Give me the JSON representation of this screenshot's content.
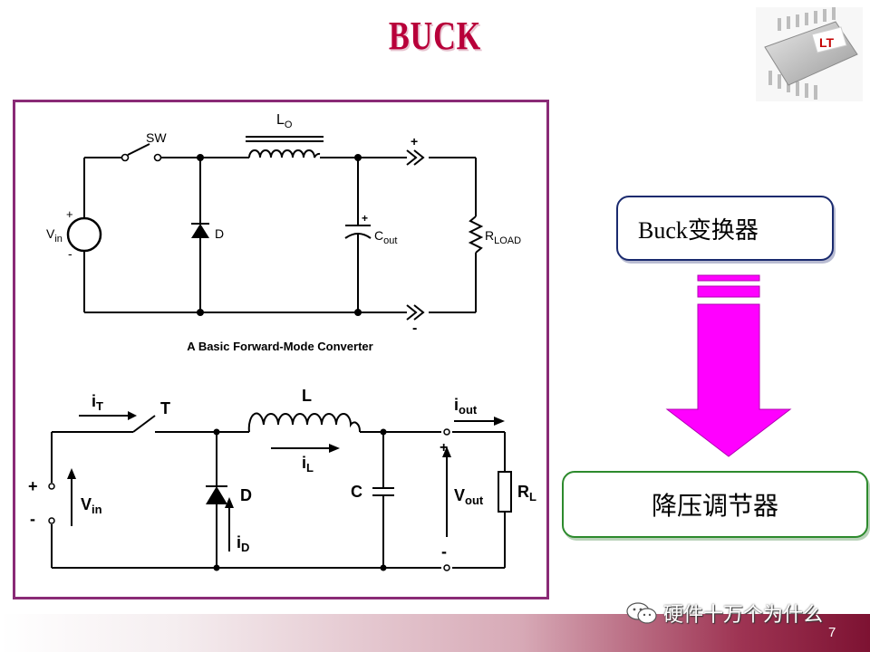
{
  "slide": {
    "title": "BUCK",
    "page_number": "7"
  },
  "diagram_top": {
    "caption": "A Basic Forward-Mode Converter",
    "switch_label": "SW",
    "inductor_label": "L",
    "inductor_sub": "O",
    "diode_label": "D",
    "vin_label": "V",
    "vin_sub": "in",
    "cap_label": "C",
    "cap_sub": "out",
    "load_label": "R",
    "load_sub": "LOAD",
    "plus": "+",
    "minus": "-"
  },
  "diagram_bottom": {
    "it_label": "i",
    "it_sub": "T",
    "switch_label": "T",
    "inductor_label": "L",
    "il_label": "i",
    "il_sub": "L",
    "iout_label": "i",
    "iout_sub": "out",
    "vin_label": "V",
    "vin_sub": "in",
    "diode_label": "D",
    "id_label": "i",
    "id_sub": "D",
    "cap_label": "C",
    "vout_label": "V",
    "vout_sub": "out",
    "load_label": "R",
    "load_sub": "L",
    "plus": "+",
    "minus": "-"
  },
  "boxes": {
    "buck_converter": "Buck变换器",
    "step_down_regulator": "降压调节器"
  },
  "footer": {
    "watermark": "硬件十万个为什么"
  },
  "colors": {
    "title": "#b8003a",
    "frame": "#8a2a76",
    "arrow": "#ff00ff",
    "box_top_border": "#1a2a6e",
    "box_bottom_border": "#2d8a2d"
  }
}
